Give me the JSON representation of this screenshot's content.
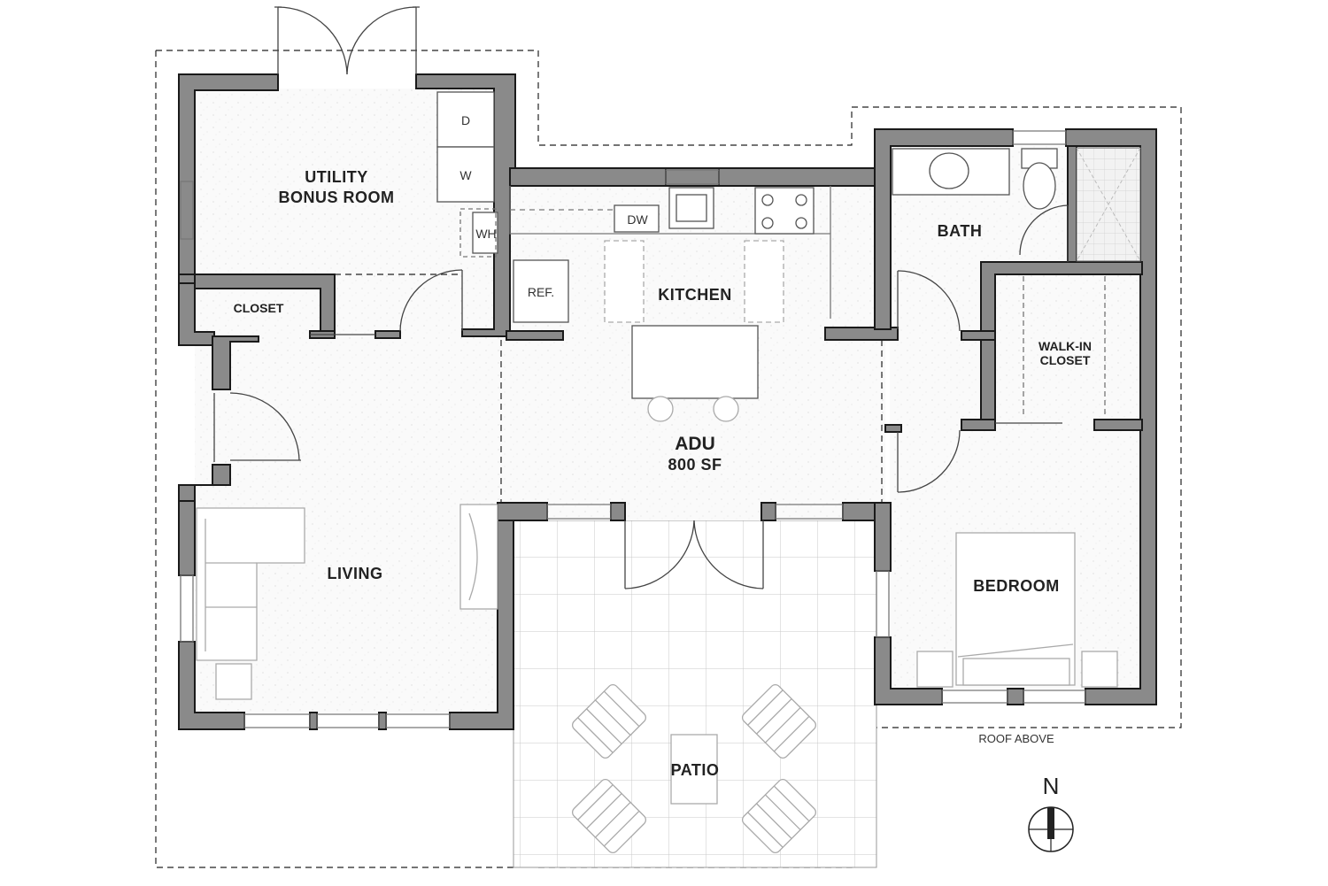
{
  "rooms": {
    "utility": "UTILITY",
    "bonus": "BONUS ROOM",
    "closet": "CLOSET",
    "kitchen": "KITCHEN",
    "bath": "BATH",
    "walkin_1": "WALK-IN",
    "walkin_2": "CLOSET",
    "living": "LIVING",
    "bedroom": "BEDROOM",
    "patio": "PATIO"
  },
  "unit": {
    "name": "ADU",
    "area": "800 SF"
  },
  "appliances": {
    "dryer": "D",
    "washer": "W",
    "water_heater": "WH",
    "dishwasher": "DW",
    "refrigerator": "REF."
  },
  "notes": {
    "roof": "ROOF ABOVE"
  },
  "compass": {
    "north": "N"
  },
  "colors": {
    "wall_fill": "#8a8a8a",
    "wall_outline": "#1a1a1a",
    "floor_speckle": "#f4f4f4"
  }
}
